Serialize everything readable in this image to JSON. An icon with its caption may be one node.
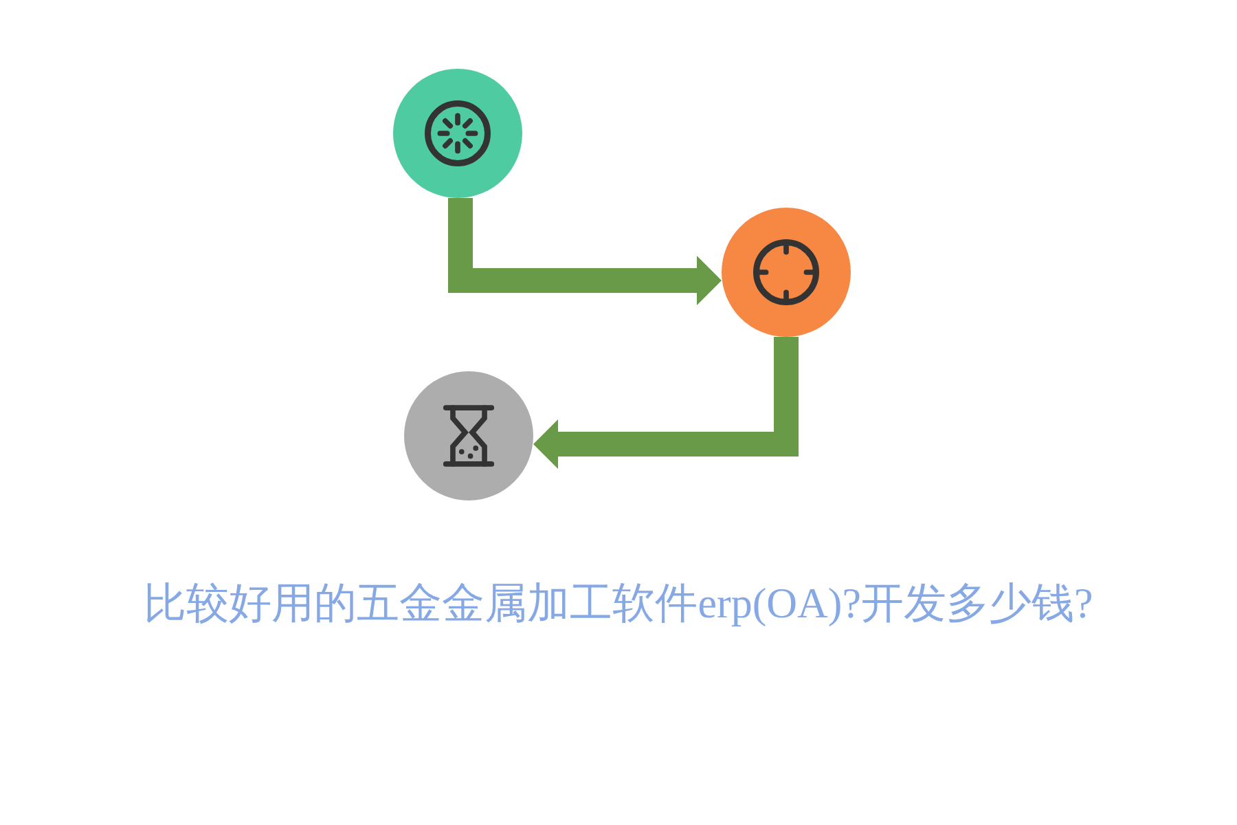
{
  "diagram": {
    "title": "比较好用的五金金属加工软件erp(OA)?开发多少钱?",
    "nodes": [
      {
        "text": [],
        "shape": "circle"
      },
      {
        "text": [],
        "shape": "circle"
      },
      {
        "text": [],
        "shape": "circle"
      }
    ],
    "edges": [
      {
        "from": 0,
        "to": 1,
        "arrow": "to"
      },
      {
        "from": 1,
        "to": 2,
        "arrow": "to"
      }
    ]
  }
}
